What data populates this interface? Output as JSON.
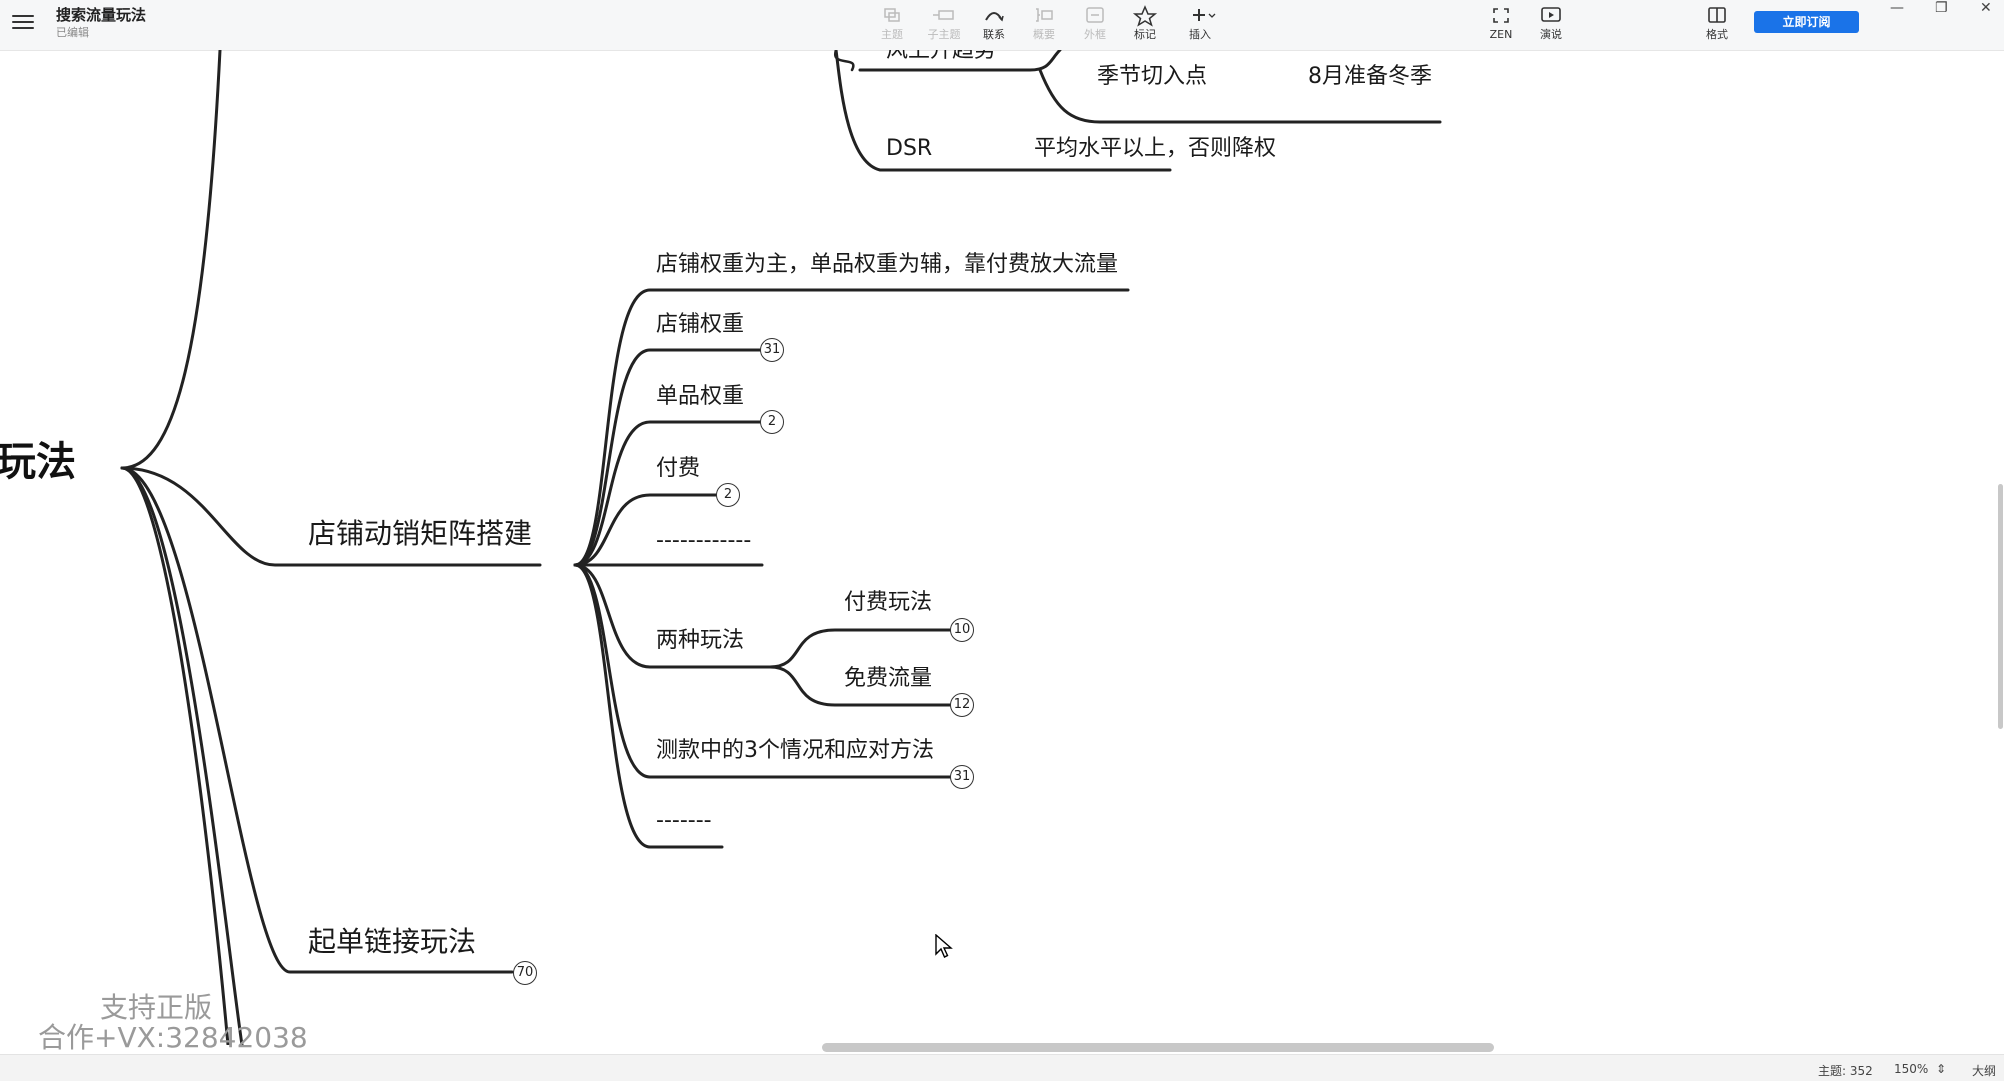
{
  "app": {
    "doc_title": "搜索流量玩法",
    "doc_status": "已编辑"
  },
  "toolbar": {
    "items": [
      {
        "label": "主题",
        "icon": "topic-icon",
        "enabled": false
      },
      {
        "label": "子主题",
        "icon": "subtopic-icon",
        "enabled": false
      },
      {
        "label": "联系",
        "icon": "relationship-icon",
        "enabled": true
      },
      {
        "label": "概要",
        "icon": "summary-icon",
        "enabled": false
      },
      {
        "label": "外框",
        "icon": "boundary-icon",
        "enabled": false
      },
      {
        "label": "标记",
        "icon": "star-icon",
        "enabled": true
      },
      {
        "label": "插入",
        "icon": "plus-icon",
        "enabled": true
      },
      {
        "label": "ZEN",
        "icon": "fullscreen-icon",
        "enabled": true
      },
      {
        "label": "演说",
        "icon": "present-icon",
        "enabled": true
      },
      {
        "label": "格式",
        "icon": "panel-icon",
        "enabled": true
      }
    ],
    "subscribe_label": "立即订阅"
  },
  "mindmap": {
    "root_label": "玩法",
    "top_partial": "风上升趋势",
    "season_node": "季节切入点",
    "season_detail": "8月准备冬季",
    "dsr_node": "DSR",
    "dsr_detail": "平均水平以上，否则降权",
    "branch_store": "店铺动销矩阵搭建",
    "store_children": [
      {
        "label": "店铺权重为主，单品权重为辅，靠付费放大流量",
        "badge": ""
      },
      {
        "label": "店铺权重",
        "badge": "31"
      },
      {
        "label": "单品权重",
        "badge": "2"
      },
      {
        "label": "付费",
        "badge": "2"
      },
      {
        "label": "------------",
        "badge": ""
      },
      {
        "label": "两种玩法",
        "badge": ""
      },
      {
        "label": "测款中的3个情况和应对方法",
        "badge": "31"
      },
      {
        "label": "-------",
        "badge": ""
      }
    ],
    "two_ways_children": [
      {
        "label": "付费玩法",
        "badge": "10"
      },
      {
        "label": "免费流量",
        "badge": "12"
      }
    ],
    "branch_link": "起单链接玩法",
    "branch_link_badge": "70"
  },
  "watermark": {
    "line1": "支持正版",
    "line2": "合作+VX:32842038"
  },
  "statusbar": {
    "topic_count": "主题: 352",
    "zoom": "150%",
    "outline_label": "大纲"
  },
  "colors": {
    "accent": "#1a73e8",
    "line": "#222222",
    "toolbar_bg": "#f6f7f8"
  }
}
